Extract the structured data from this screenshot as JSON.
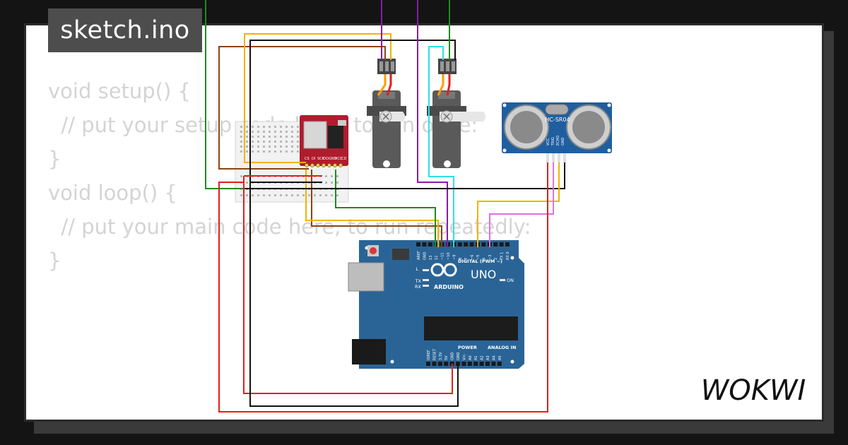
{
  "title": "sketch.ino",
  "brand": "WOKWI",
  "code_lines": [
    "void setup() {",
    "  // put your setup code here, to run once:",
    "",
    "}",
    "",
    "void loop() {",
    "  // put your main code here, to run repeatedly:",
    "",
    "}"
  ],
  "arduino": {
    "model": "UNO",
    "brand": "ARDUINO",
    "digital_label": "DIGITAL (PWM ~)",
    "power_label": "POWER",
    "analog_label": "ANALOG IN",
    "on_label": "ON",
    "led_l": "L",
    "led_tx": "TX",
    "led_rx": "RX",
    "top_pins": [
      "AREF",
      "GND",
      "13",
      "12",
      "~11",
      "~10",
      "~9",
      "8",
      "7",
      "~6",
      "~5",
      "4",
      "~3",
      "2",
      "TX 1",
      "RX 0"
    ],
    "bottom_pins": [
      "IOREF",
      "RESET",
      "3.3V",
      "5V",
      "GND",
      "GND",
      "Vin",
      "A0",
      "A1",
      "A2",
      "A3",
      "A4",
      "A5"
    ]
  },
  "sensor": {
    "label": "HC-SR04",
    "pins": [
      "VCC",
      "TRIG",
      "ECHO",
      "GND"
    ]
  },
  "sd_module": {
    "pins": [
      "CS",
      "DI",
      "SCK",
      "DO",
      "GND",
      "VCC",
      "CD"
    ]
  },
  "colors": {
    "wire_red": "#e0201c",
    "wire_black": "#111111",
    "wire_green": "#1e8c1e",
    "wire_yellow": "#f0b400",
    "wire_brown": "#8b4513",
    "wire_purple": "#8a1aa8",
    "wire_cyan": "#2ee0e6",
    "wire_pink": "#e070e0",
    "wire_orange": "#ff9d00",
    "arduino_blue": "#2a6496",
    "sensor_blue": "#1f5fa0",
    "sd_red": "#b01c2e"
  }
}
